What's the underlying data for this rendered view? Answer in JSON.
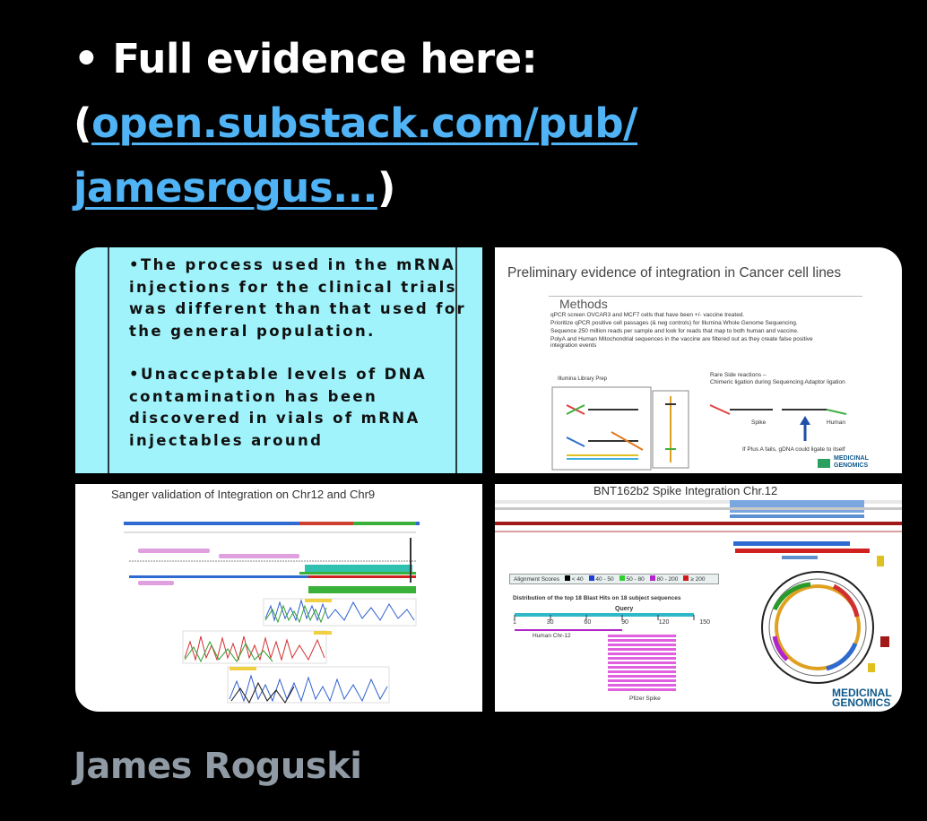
{
  "headline": {
    "line1": "• Full evidence here:",
    "paren_open": "(",
    "link_part1": "open.substack.com/pub/",
    "link_part2": "jamesrogus...",
    "paren_close": ")"
  },
  "panel1": {
    "bullet1": "•The process used in the mRNA injections for the clinical trials was different than that used for the general population.",
    "bullet2": "•Unacceptable levels of DNA contamination has been discovered in vials of mRNA injectables around"
  },
  "panel2": {
    "title": "Preliminary evidence of integration in Cancer cell lines",
    "methods_title": "Methods",
    "methods": [
      "qPCR screen OVCAR3 and MCF7 cells that have been +/- vaccine treated.",
      "Prioritize qPCR positive cell passages (& neg controls) for Illumina Whole Genome Sequencing.",
      "Sequence 250 million reads per sample and look for reads that map to both human and vaccine.",
      "PolyA and Human Mitochondrial sequences in the vaccine are filtered out as they create false positive integration events"
    ],
    "illumina_label": "Illumina Library Prep",
    "rare_label": "Rare Side reactions –",
    "chimeric_label": "Chimeric ligation during Sequencing Adaptor ligation",
    "spike_label": "Spike",
    "human_label": "Human",
    "polya_note": "If Plus A fails, gDNA could ligate to itself",
    "logo_line1": "MEDICINAL",
    "logo_line2": "GENOMICS"
  },
  "panel3": {
    "title": "Sanger validation of Integration on Chr12 and Chr9"
  },
  "panel4": {
    "title": "BNT162b2 Spike Integration Chr.12",
    "alignment_label": "Alignment Scores",
    "scores": [
      "< 40",
      "40 - 50",
      "50 - 80",
      "80 - 200",
      "≥ 200"
    ],
    "score_colors": [
      "#000000",
      "#1d3fd8",
      "#2fcf2f",
      "#b225c8",
      "#d01b1b"
    ],
    "dist_title": "Distribution of the top 18 Blast Hits on 18 subject sequences",
    "query_label": "Query",
    "ticks": [
      "1",
      "30",
      "60",
      "90",
      "120",
      "150"
    ],
    "human_chr": "Human Chr-12",
    "pfizer_spike": "Pfizer Spike",
    "logo_line1": "MEDICINAL",
    "logo_line2": "GENOMICS"
  },
  "author": "James Roguski"
}
